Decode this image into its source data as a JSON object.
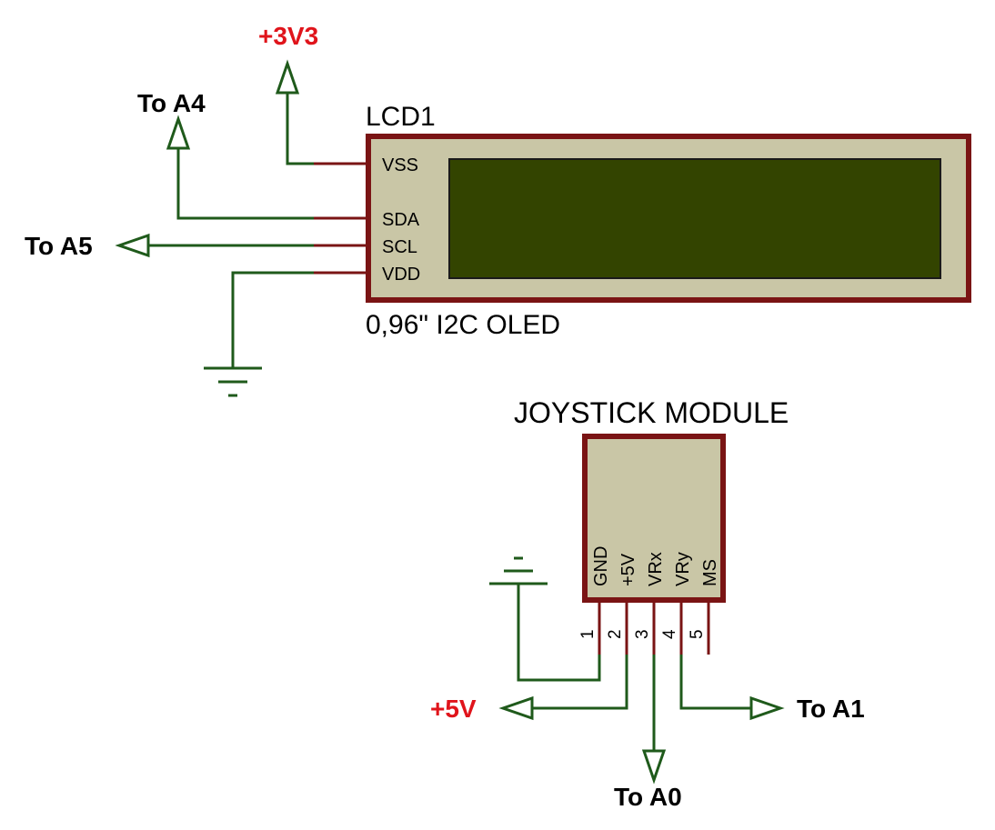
{
  "power_labels": {
    "v33": "+3V3",
    "v5": "+5V"
  },
  "oled": {
    "ref": "LCD1",
    "value": "0,96\" I2C OLED",
    "pins": [
      "VSS",
      "SDA",
      "SCL",
      "VDD"
    ]
  },
  "joystick": {
    "title": "JOYSTICK MODULE",
    "pin_names": [
      "GND",
      "+5V",
      "VRx",
      "VRy",
      "MS"
    ],
    "pin_numbers": [
      "1",
      "2",
      "3",
      "4",
      "5"
    ]
  },
  "net_labels": {
    "a4": "To A4",
    "a5": "To A5",
    "a1": "To A1",
    "a0": "To A0"
  },
  "colors": {
    "wire": "#1f5a1b",
    "pin": "#7a1414",
    "body_fill": "#c9c6a6",
    "body_border": "#7a1414",
    "screen": "#334400",
    "power_text": "#e0141b"
  }
}
